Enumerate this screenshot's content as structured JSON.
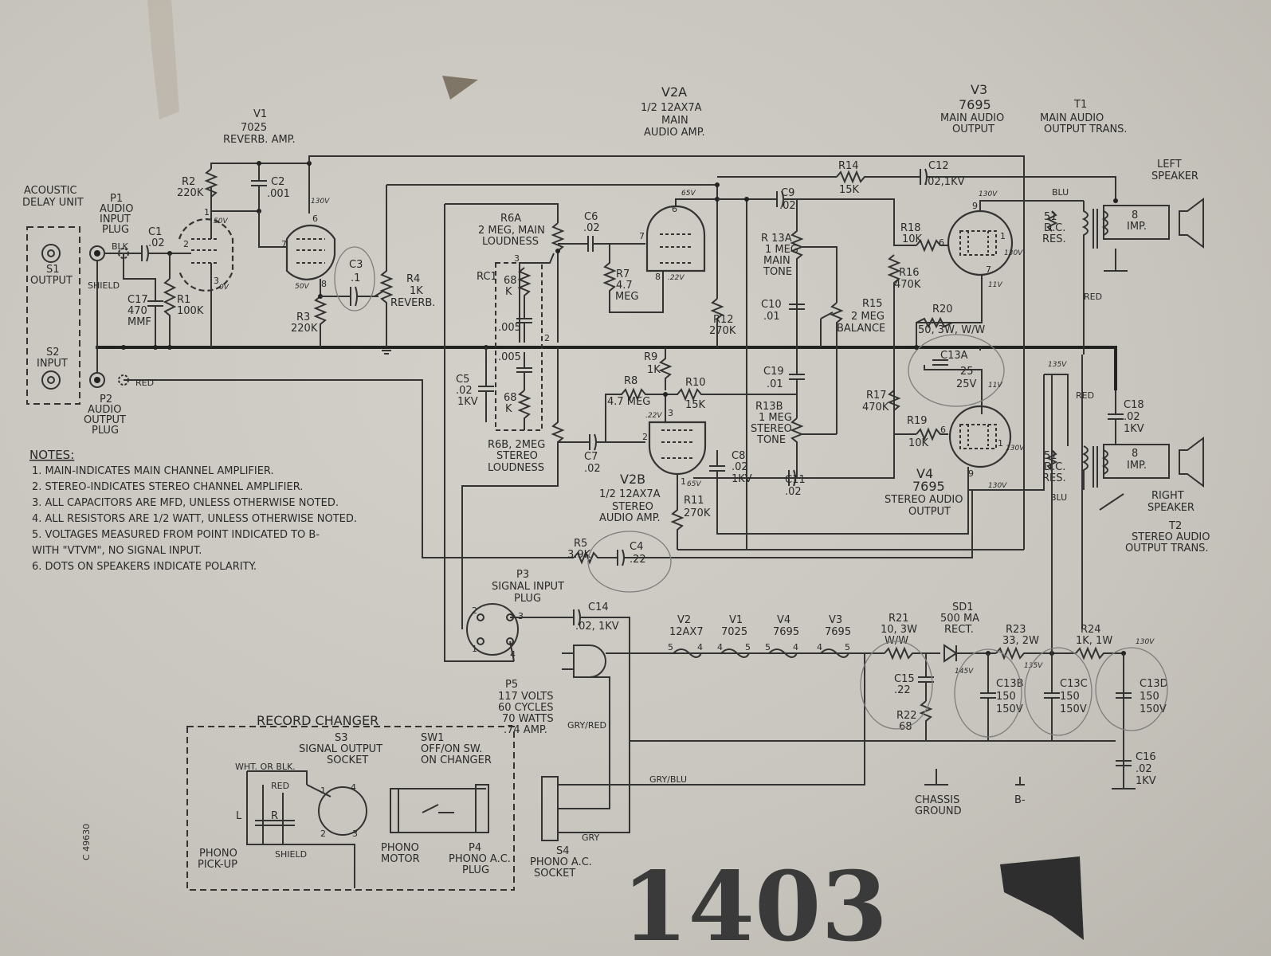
{
  "labels": {
    "acoustic": [
      "ACOUSTIC",
      "DELAY UNIT"
    ],
    "s1": [
      "S1",
      "OUTPUT"
    ],
    "s2": [
      "S2",
      "INPUT"
    ],
    "p1": [
      "P1",
      "AUDIO",
      "INPUT",
      "PLUG"
    ],
    "p2": [
      "P2",
      "AUDIO",
      "OUTPUT",
      "PLUG"
    ],
    "blk": "BLK",
    "shield": "SHIELD",
    "red": "RED",
    "c1": [
      "C1",
      ".02"
    ],
    "c17": [
      "C17",
      "470",
      "MMF"
    ],
    "r1": [
      "R1",
      "100K"
    ],
    "r2": [
      "R2",
      "220K"
    ],
    "c2": [
      "C2",
      ".001"
    ],
    "v1": [
      "V1",
      "7025",
      "REVERB. AMP."
    ],
    "r3": [
      "R3",
      "220K"
    ],
    "c3": [
      "C3",
      ".1"
    ],
    "r4": [
      "R4",
      "1K",
      "REVERB."
    ],
    "v2a": [
      "V2A",
      "1/2 12AX7A",
      "MAIN",
      "AUDIO AMP."
    ],
    "r6a": [
      "R6A",
      "2 MEG, MAIN",
      "LOUDNESS"
    ],
    "rc1": "RC1",
    "rc1_vals": [
      "68",
      "K",
      ".005",
      ".005",
      "68",
      "K"
    ],
    "c6": [
      "C6",
      ".02"
    ],
    "r7": [
      "R7",
      "4.7",
      "MEG"
    ],
    "c9": [
      "C9",
      ".02"
    ],
    "r12": [
      "R12",
      "270K"
    ],
    "r13a": [
      "R 13A",
      "1 MEG",
      "MAIN",
      "TONE"
    ],
    "c10": [
      "C10",
      ".01"
    ],
    "r15": [
      "R15",
      "2 MEG",
      "BALANCE"
    ],
    "r14": [
      "R14",
      "15K"
    ],
    "c12": [
      "C12",
      ".02,1KV"
    ],
    "v3": [
      "V3",
      "7695",
      "MAIN AUDIO",
      "OUTPUT"
    ],
    "t1": [
      "T1",
      "MAIN AUDIO",
      "OUTPUT TRANS."
    ],
    "left_speaker": [
      "LEFT",
      "SPEAKER"
    ],
    "r18": [
      "R18",
      "10K"
    ],
    "r16": [
      "R16",
      "470K"
    ],
    "r20": [
      "R20",
      "50, 3W, W/W"
    ],
    "c13a": [
      "C13A",
      "25",
      "25V"
    ],
    "res51": [
      "51",
      "D.C.",
      "RES."
    ],
    "imp": [
      "8",
      "IMP."
    ],
    "blu": "BLU",
    "r9": [
      "R9",
      "1K"
    ],
    "r8": [
      "R8",
      "4.7 MEG"
    ],
    "r10": [
      "R10",
      "15K"
    ],
    "c19": [
      "C19",
      ".01"
    ],
    "r13b": [
      "R13B",
      "1 MEG",
      "STEREO",
      "TONE"
    ],
    "r17": [
      "R17",
      "470K"
    ],
    "r19": [
      "R19",
      "10K"
    ],
    "c18": [
      "C18",
      ".02",
      "1KV"
    ],
    "c5": [
      "C5",
      ".02",
      "1KV"
    ],
    "r6b": [
      "R6B, 2MEG",
      "STEREO",
      "LOUDNESS"
    ],
    "c7": [
      "C7",
      ".02"
    ],
    "v2b": [
      "V2B",
      "1/2 12AX7A",
      "STEREO",
      "AUDIO AMP."
    ],
    "r11": [
      "R11",
      "270K"
    ],
    "c8": [
      "C8",
      ".02",
      "1KV"
    ],
    "c11": [
      "C11",
      ".02"
    ],
    "v4": [
      "V4",
      "7695",
      "STEREO AUDIO",
      "OUTPUT"
    ],
    "right_speaker": [
      "RIGHT",
      "SPEAKER"
    ],
    "t2": [
      "T2",
      "STEREO AUDIO",
      "OUTPUT TRANS."
    ],
    "r5": [
      "R5",
      "3.9K"
    ],
    "c4": [
      "C4",
      ".22"
    ],
    "p3": [
      "P3",
      "SIGNAL INPUT",
      "PLUG"
    ],
    "c14": [
      "C14",
      ".02, 1KV"
    ],
    "p5": [
      "P5",
      "117 VOLTS",
      "60 CYCLES",
      "70 WATTS",
      ".74 AMP."
    ],
    "heaters": [
      [
        "V2",
        "12AX7"
      ],
      [
        "V1",
        "7025"
      ],
      [
        "V4",
        "7695"
      ],
      [
        "V3",
        "7695"
      ]
    ],
    "r21": [
      "R21",
      "10, 3W",
      "W/W"
    ],
    "sd1": [
      "SD1",
      "500 MA",
      "RECT."
    ],
    "r23": [
      "R23",
      "33, 2W"
    ],
    "r24": [
      "R24",
      "1K, 1W"
    ],
    "c15": [
      "C15",
      ".22"
    ],
    "r22": [
      "R22",
      "68"
    ],
    "c13b": [
      "C13B",
      "150",
      "150V"
    ],
    "c13c": [
      "C13C",
      "150",
      "150V"
    ],
    "c13d": [
      "C13D",
      "150",
      "150V"
    ],
    "c16": [
      "C16",
      ".02",
      "1KV"
    ],
    "chassis": [
      "CHASSIS",
      "GROUND"
    ],
    "bminus": "B-",
    "gry_red": "GRY/RED",
    "gry_blu": "GRY/BLU",
    "gry": "GRY",
    "record_changer": "RECORD CHANGER",
    "s3": [
      "S3",
      "SIGNAL OUTPUT",
      "SOCKET"
    ],
    "sw1": [
      "SW1",
      "OFF/ON SW.",
      "ON CHANGER"
    ],
    "wht": "WHT. OR BLK.",
    "phono_pickup": [
      "PHONO",
      "PICK-UP"
    ],
    "phono_motor": [
      "PHONO",
      "MOTOR"
    ],
    "p4": [
      "P4",
      "PHONO A.C.",
      "PLUG"
    ],
    "s4": [
      "S4",
      "PHONO A.C.",
      "SOCKET"
    ],
    "lr": [
      "L",
      "R"
    ],
    "doc_code": "C 49630"
  },
  "voltages": {
    "v1_plate": "130V",
    "v1_cath": "0V",
    "v1_grid": "50V",
    "v1_k2": "50V",
    "v2a_plate": "65V",
    "v2a_cath": ".22V",
    "v3_plate": "130V",
    "v3_screen": "130V",
    "v3_k": "11V",
    "v4_k": "11V",
    "v4_screen": "130V",
    "v4_plate": "130V",
    "v2b_cath": ".22V",
    "v2b_plate": "65V",
    "t2_tap": "135V",
    "rect": "145V",
    "r23out": "135V",
    "r24out": "130V"
  },
  "notes": {
    "title": "NOTES:",
    "items": [
      "1.  MAIN-INDICATES MAIN CHANNEL AMPLIFIER.",
      "2.  STEREO-INDICATES STEREO CHANNEL AMPLIFIER.",
      "3.  ALL CAPACITORS ARE MFD, UNLESS OTHERWISE NOTED.",
      "4.  ALL RESISTORS ARE 1/2 WATT, UNLESS OTHERWISE NOTED.",
      "5.  VOLTAGES MEASURED FROM POINT INDICATED TO B-",
      "     WITH \"VTVM\", NO SIGNAL INPUT.",
      "6.  DOTS ON SPEAKERS INDICATE POLARITY."
    ]
  },
  "stamp": "1403"
}
